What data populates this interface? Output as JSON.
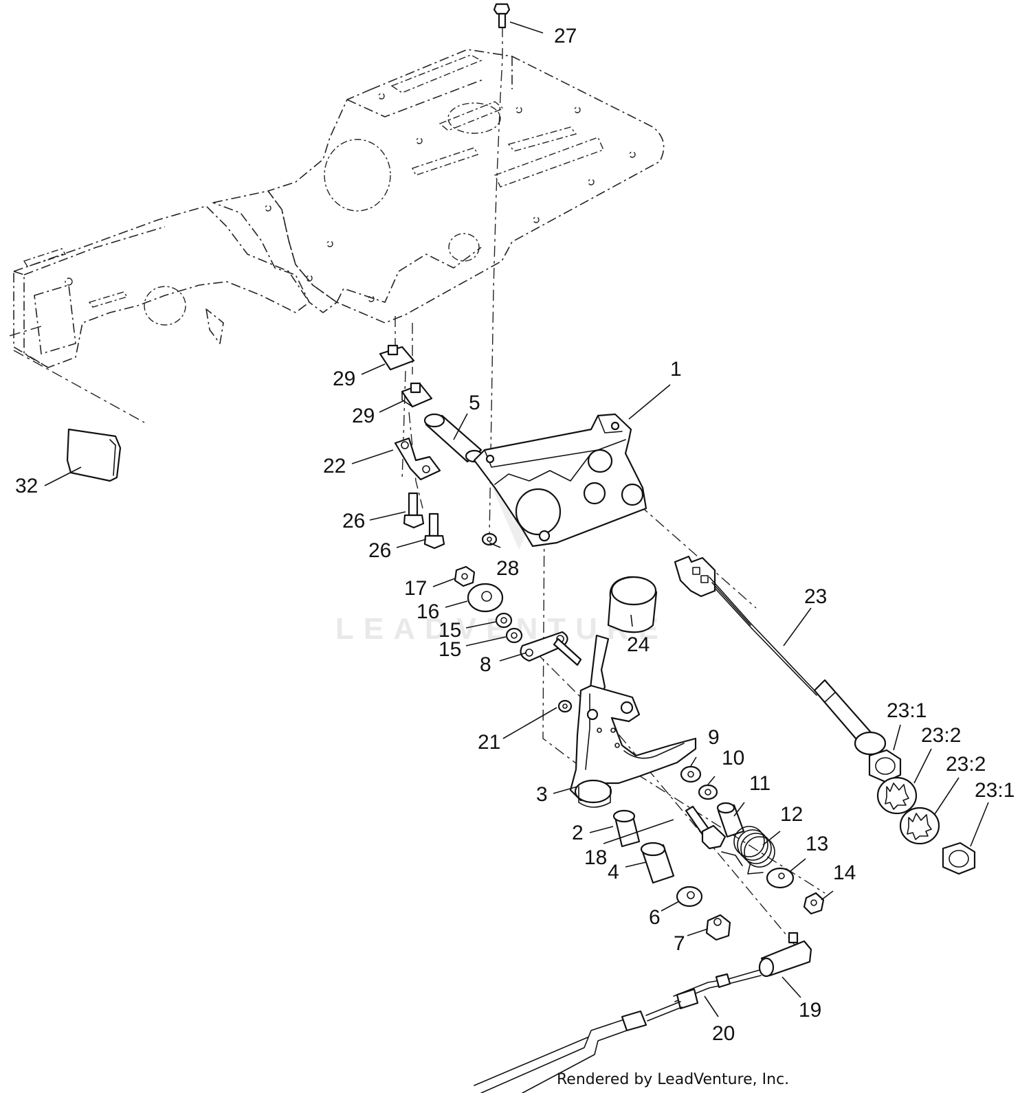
{
  "watermark": "LEADVENTURE",
  "credit": "Rendered by LeadVenture, Inc.",
  "callouts": {
    "c1": "1",
    "c2": "2",
    "c3": "3",
    "c4": "4",
    "c5": "5",
    "c6": "6",
    "c7": "7",
    "c8": "8",
    "c9": "9",
    "c10": "10",
    "c11": "11",
    "c12": "12",
    "c13": "13",
    "c14": "14",
    "c15a": "15",
    "c15b": "15",
    "c16": "16",
    "c17": "17",
    "c18": "18",
    "c19": "19",
    "c20": "20",
    "c21": "21",
    "c22": "22",
    "c23": "23",
    "c23_1a": "23:1",
    "c23_2a": "23:2",
    "c23_2b": "23:2",
    "c23_1b": "23:1",
    "c24": "24",
    "c26a": "26",
    "c26b": "26",
    "c27": "27",
    "c28": "28",
    "c29a": "29",
    "c29b": "29",
    "c32": "32"
  }
}
